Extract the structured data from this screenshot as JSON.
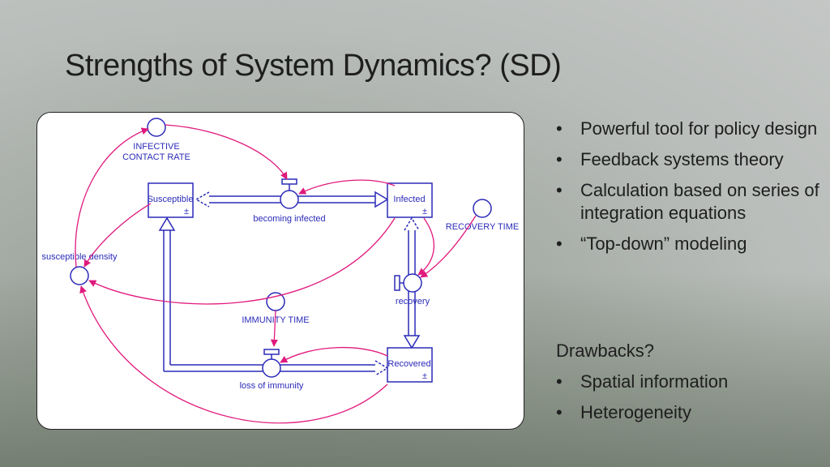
{
  "slide": {
    "title": "Strengths of System Dynamics? (SD)"
  },
  "diagram": {
    "stocks": {
      "susceptible": "Susceptible",
      "infected": "Infected",
      "recovered": "Recovered",
      "stock_sign": "±"
    },
    "flows": {
      "becoming_infected": "becoming infected",
      "recovery": "recovery",
      "loss_of_immunity": "loss of immunity"
    },
    "auxiliaries": {
      "infective_contact_rate_line1": "INFECTIVE",
      "infective_contact_rate_line2": "CONTACT RATE",
      "recovery_time": "RECOVERY TIME",
      "immunity_time": "IMMUNITY TIME",
      "susceptible_density": "susceptible density"
    },
    "colors": {
      "stock_flow": "#2b2bb8",
      "link": "#e0197d"
    }
  },
  "strengths": [
    "Powerful tool for policy design",
    "Feedback systems theory",
    "Calculation based on series of integration equations",
    "“Top-down” modeling"
  ],
  "drawbacks": {
    "heading": "Drawbacks?",
    "items": [
      "Spatial information",
      "Heterogeneity"
    ]
  }
}
